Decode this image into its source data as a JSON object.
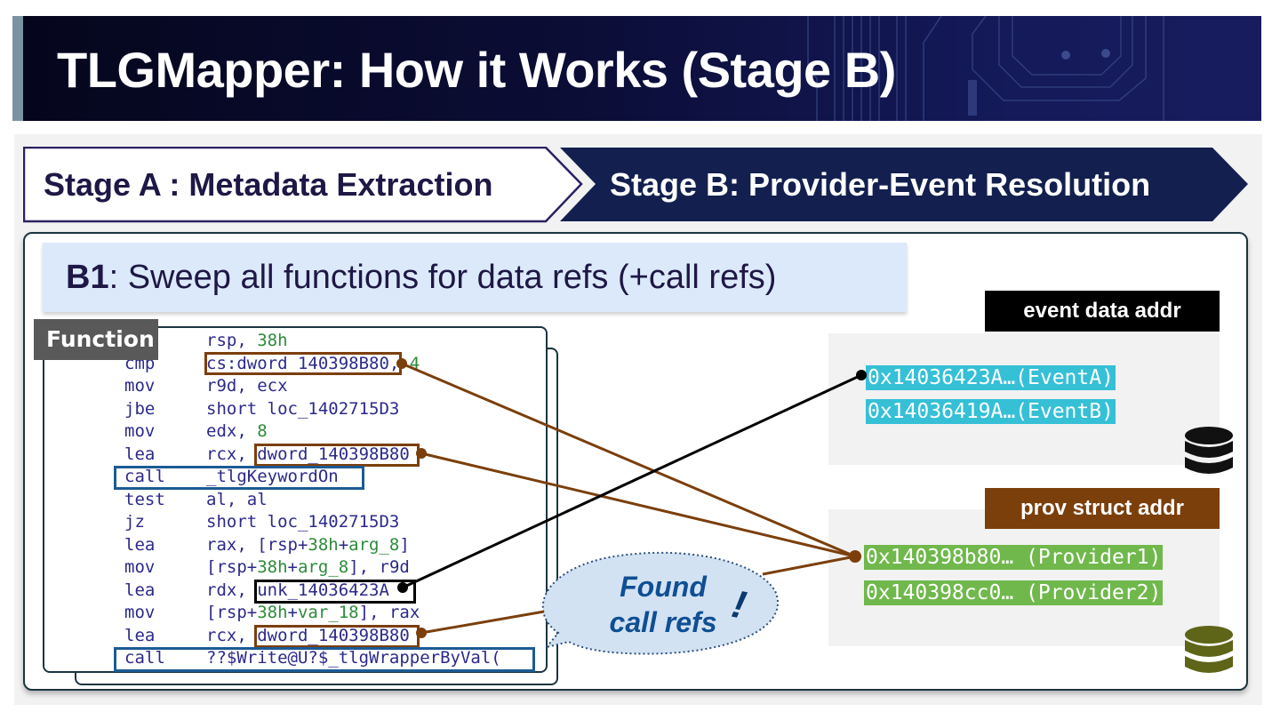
{
  "slide": {
    "title": "TLGMapper: How it Works (Stage B)"
  },
  "stages": {
    "stage_a": "Stage A : Metadata Extraction",
    "stage_b": "Stage B: Provider-Event Resolution"
  },
  "b1": {
    "key": "B1",
    "text": ": Sweep all functions for data refs (+call refs)"
  },
  "code": {
    "tag": "Function",
    "lines": [
      {
        "op": "",
        "arg_parts": [
          {
            "t": "rsp, ",
            "c": ""
          },
          {
            "t": "38h",
            "c": "g"
          }
        ]
      },
      {
        "op": "cmp",
        "arg_parts": [
          {
            "t": "cs:dword_140398B80, ",
            "c": ""
          },
          {
            "t": "4",
            "c": "g"
          }
        ]
      },
      {
        "op": "mov",
        "arg_parts": [
          {
            "t": "r9d, ecx",
            "c": ""
          }
        ]
      },
      {
        "op": "jbe",
        "arg_parts": [
          {
            "t": "short loc_1402715D3",
            "c": ""
          }
        ]
      },
      {
        "op": "mov",
        "arg_parts": [
          {
            "t": "edx, ",
            "c": ""
          },
          {
            "t": "8",
            "c": "g"
          }
        ]
      },
      {
        "op": "lea",
        "arg_parts": [
          {
            "t": "rcx, dword_140398B80",
            "c": ""
          }
        ]
      },
      {
        "op": "call",
        "arg_parts": [
          {
            "t": "_tlgKeywordOn",
            "c": ""
          }
        ]
      },
      {
        "op": "test",
        "arg_parts": [
          {
            "t": "al, al",
            "c": ""
          }
        ]
      },
      {
        "op": "jz",
        "arg_parts": [
          {
            "t": "short loc_1402715D3",
            "c": ""
          }
        ]
      },
      {
        "op": "lea",
        "arg_parts": [
          {
            "t": "rax, [rsp+",
            "c": ""
          },
          {
            "t": "38h",
            "c": "g"
          },
          {
            "t": "+",
            "c": ""
          },
          {
            "t": "arg_8",
            "c": "g"
          },
          {
            "t": "]",
            "c": ""
          }
        ]
      },
      {
        "op": "mov",
        "arg_parts": [
          {
            "t": "[rsp+",
            "c": ""
          },
          {
            "t": "38h",
            "c": "g"
          },
          {
            "t": "+",
            "c": ""
          },
          {
            "t": "arg_8",
            "c": "g"
          },
          {
            "t": "], r9d",
            "c": ""
          }
        ]
      },
      {
        "op": "lea",
        "arg_parts": [
          {
            "t": "rdx, unk_14036423A",
            "c": ""
          }
        ]
      },
      {
        "op": "mov",
        "arg_parts": [
          {
            "t": "[rsp+",
            "c": ""
          },
          {
            "t": "38h",
            "c": "g"
          },
          {
            "t": "+",
            "c": ""
          },
          {
            "t": "var_18",
            "c": "g"
          },
          {
            "t": "], rax",
            "c": ""
          }
        ]
      },
      {
        "op": "lea",
        "arg_parts": [
          {
            "t": "rcx, dword_140398B80",
            "c": ""
          }
        ]
      },
      {
        "op": "call",
        "arg_parts": [
          {
            "t": "??$Write@U?$_tlgWrapperByVal(",
            "c": ""
          }
        ]
      }
    ]
  },
  "event_data": {
    "header": "event data addr",
    "items": [
      "0x14036423A…(EventA)",
      "0x14036419A…(EventB)"
    ]
  },
  "prov_struct": {
    "header": "prov struct  addr",
    "items": [
      "0x140398b80… (Provider1)",
      "0x140398cc0… (Provider2)"
    ]
  },
  "bubble": {
    "line1": "Found",
    "line2": "call refs",
    "exclaim": "!"
  },
  "colors": {
    "navy": "#13204f",
    "brown": "#7b3f0c",
    "event_cyan": "#35c0d6",
    "prov_green": "#70b84c",
    "db_olive": "#5e6418",
    "call_blue": "#1c5b94"
  }
}
